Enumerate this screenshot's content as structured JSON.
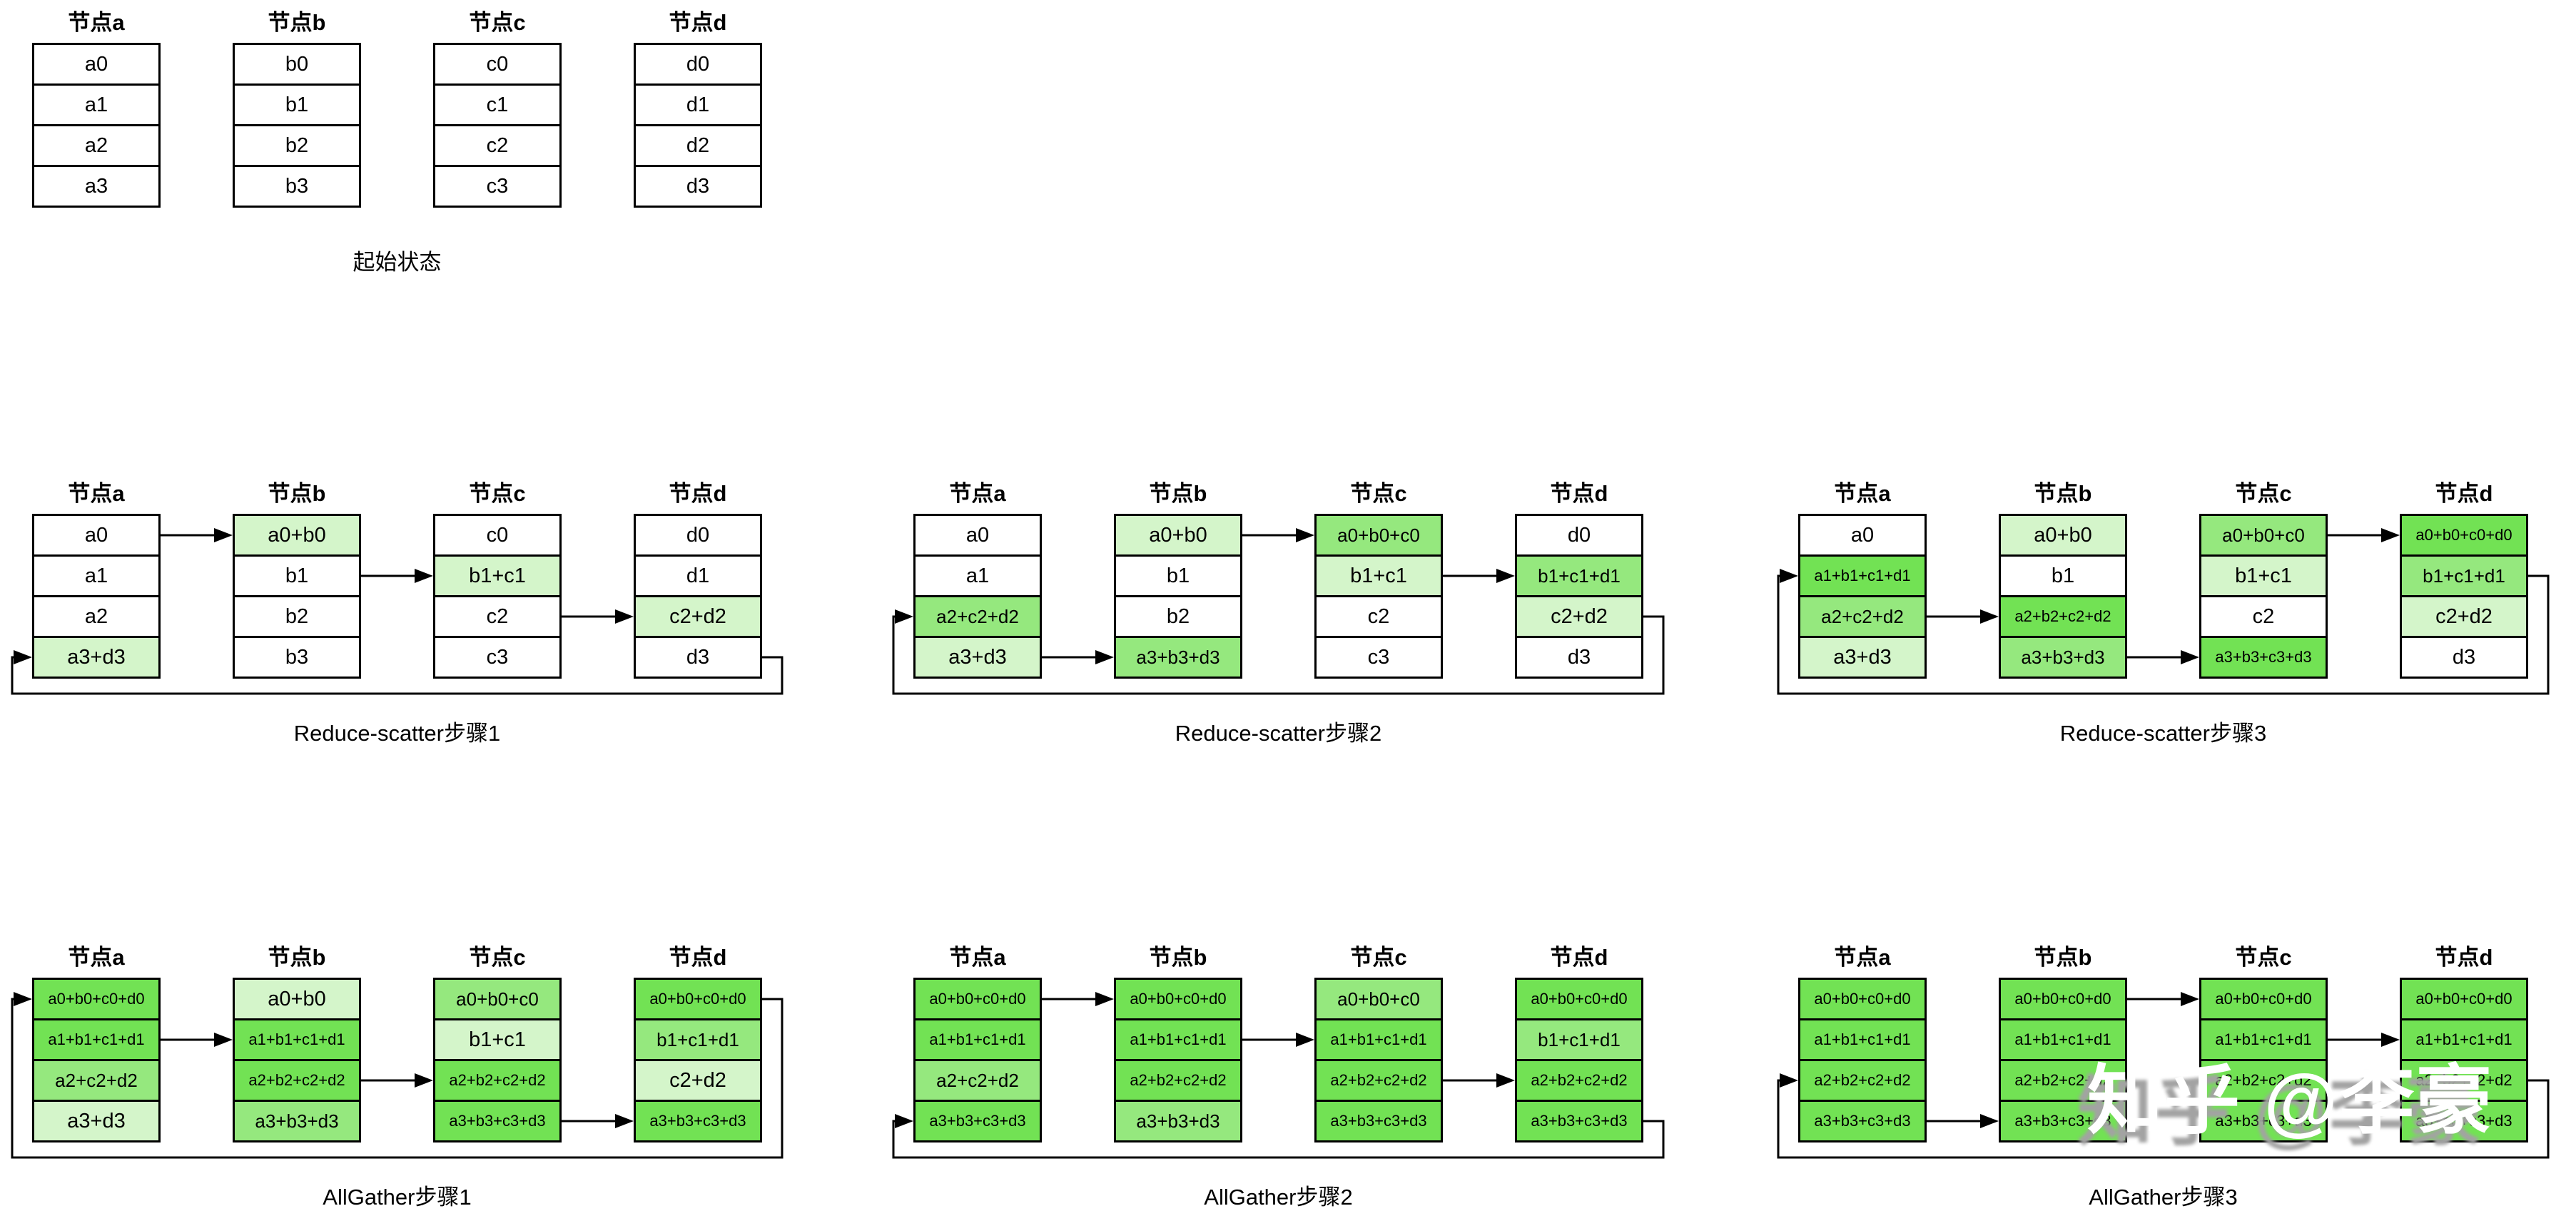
{
  "watermark": "知乎 @李豪",
  "colors": {
    "background": "#ffffff",
    "border": "#000000",
    "text": "#000000",
    "shades": [
      "#ffffff",
      "#d4f5ca",
      "#95e87e",
      "#72e254"
    ],
    "shade_meaning": [
      "plain-block",
      "sum-of-2-blocks-light-green",
      "sum-of-3-blocks-medium-green",
      "sum-of-4-blocks-bright-green"
    ]
  },
  "diagrams": [
    {
      "id": "initial-state",
      "caption": "起始状态",
      "nodes": [
        {
          "title": "节点a",
          "cells": [
            {
              "t": "a0",
              "s": 0
            },
            {
              "t": "a1",
              "s": 0
            },
            {
              "t": "a2",
              "s": 0
            },
            {
              "t": "a3",
              "s": 0
            }
          ]
        },
        {
          "title": "节点b",
          "cells": [
            {
              "t": "b0",
              "s": 0
            },
            {
              "t": "b1",
              "s": 0
            },
            {
              "t": "b2",
              "s": 0
            },
            {
              "t": "b3",
              "s": 0
            }
          ]
        },
        {
          "title": "节点c",
          "cells": [
            {
              "t": "c0",
              "s": 0
            },
            {
              "t": "c1",
              "s": 0
            },
            {
              "t": "c2",
              "s": 0
            },
            {
              "t": "c3",
              "s": 0
            }
          ]
        },
        {
          "title": "节点d",
          "cells": [
            {
              "t": "d0",
              "s": 0
            },
            {
              "t": "d1",
              "s": 0
            },
            {
              "t": "d2",
              "s": 0
            },
            {
              "t": "d3",
              "s": 0
            }
          ]
        }
      ],
      "arrows": []
    },
    {
      "id": "reduce-scatter-step1",
      "caption": "Reduce-scatter步骤1",
      "nodes": [
        {
          "title": "节点a",
          "cells": [
            {
              "t": "a0",
              "s": 0
            },
            {
              "t": "a1",
              "s": 0
            },
            {
              "t": "a2",
              "s": 0
            },
            {
              "t": "a3+d3",
              "s": 1
            }
          ]
        },
        {
          "title": "节点b",
          "cells": [
            {
              "t": "a0+b0",
              "s": 1
            },
            {
              "t": "b1",
              "s": 0
            },
            {
              "t": "b2",
              "s": 0
            },
            {
              "t": "b3",
              "s": 0
            }
          ]
        },
        {
          "title": "节点c",
          "cells": [
            {
              "t": "c0",
              "s": 0
            },
            {
              "t": "b1+c1",
              "s": 1
            },
            {
              "t": "c2",
              "s": 0
            },
            {
              "t": "c3",
              "s": 0
            }
          ]
        },
        {
          "title": "节点d",
          "cells": [
            {
              "t": "d0",
              "s": 0
            },
            {
              "t": "d1",
              "s": 0
            },
            {
              "t": "c2+d2",
              "s": 1
            },
            {
              "t": "d3",
              "s": 0
            }
          ]
        }
      ],
      "arrows": [
        {
          "row": 0,
          "from": 0,
          "to": 1
        },
        {
          "row": 1,
          "from": 1,
          "to": 2
        },
        {
          "row": 2,
          "from": 2,
          "to": 3
        },
        {
          "row": 3,
          "loop": true
        }
      ]
    },
    {
      "id": "reduce-scatter-step2",
      "caption": "Reduce-scatter步骤2",
      "nodes": [
        {
          "title": "节点a",
          "cells": [
            {
              "t": "a0",
              "s": 0
            },
            {
              "t": "a1",
              "s": 0
            },
            {
              "t": "a2+c2+d2",
              "s": 2
            },
            {
              "t": "a3+d3",
              "s": 1
            }
          ]
        },
        {
          "title": "节点b",
          "cells": [
            {
              "t": "a0+b0",
              "s": 1
            },
            {
              "t": "b1",
              "s": 0
            },
            {
              "t": "b2",
              "s": 0
            },
            {
              "t": "a3+b3+d3",
              "s": 2
            }
          ]
        },
        {
          "title": "节点c",
          "cells": [
            {
              "t": "a0+b0+c0",
              "s": 2
            },
            {
              "t": "b1+c1",
              "s": 1
            },
            {
              "t": "c2",
              "s": 0
            },
            {
              "t": "c3",
              "s": 0
            }
          ]
        },
        {
          "title": "节点d",
          "cells": [
            {
              "t": "d0",
              "s": 0
            },
            {
              "t": "b1+c1+d1",
              "s": 2
            },
            {
              "t": "c2+d2",
              "s": 1
            },
            {
              "t": "d3",
              "s": 0
            }
          ]
        }
      ],
      "arrows": [
        {
          "row": 0,
          "from": 1,
          "to": 2
        },
        {
          "row": 1,
          "from": 2,
          "to": 3
        },
        {
          "row": 2,
          "loop": true
        },
        {
          "row": 3,
          "from": 0,
          "to": 1
        }
      ]
    },
    {
      "id": "reduce-scatter-step3",
      "caption": "Reduce-scatter步骤3",
      "nodes": [
        {
          "title": "节点a",
          "cells": [
            {
              "t": "a0",
              "s": 0
            },
            {
              "t": "a1+b1+c1+d1",
              "s": 3
            },
            {
              "t": "a2+c2+d2",
              "s": 2
            },
            {
              "t": "a3+d3",
              "s": 1
            }
          ]
        },
        {
          "title": "节点b",
          "cells": [
            {
              "t": "a0+b0",
              "s": 1
            },
            {
              "t": "b1",
              "s": 0
            },
            {
              "t": "a2+b2+c2+d2",
              "s": 3
            },
            {
              "t": "a3+b3+d3",
              "s": 2
            }
          ]
        },
        {
          "title": "节点c",
          "cells": [
            {
              "t": "a0+b0+c0",
              "s": 2
            },
            {
              "t": "b1+c1",
              "s": 1
            },
            {
              "t": "c2",
              "s": 0
            },
            {
              "t": "a3+b3+c3+d3",
              "s": 3
            }
          ]
        },
        {
          "title": "节点d",
          "cells": [
            {
              "t": "a0+b0+c0+d0",
              "s": 3
            },
            {
              "t": "b1+c1+d1",
              "s": 2
            },
            {
              "t": "c2+d2",
              "s": 1
            },
            {
              "t": "d3",
              "s": 0
            }
          ]
        }
      ],
      "arrows": [
        {
          "row": 0,
          "from": 2,
          "to": 3
        },
        {
          "row": 1,
          "loop": true
        },
        {
          "row": 2,
          "from": 0,
          "to": 1
        },
        {
          "row": 3,
          "from": 1,
          "to": 2
        }
      ]
    },
    {
      "id": "allgather-step1",
      "caption": "AllGather步骤1",
      "nodes": [
        {
          "title": "节点a",
          "cells": [
            {
              "t": "a0+b0+c0+d0",
              "s": 3
            },
            {
              "t": "a1+b1+c1+d1",
              "s": 3
            },
            {
              "t": "a2+c2+d2",
              "s": 2
            },
            {
              "t": "a3+d3",
              "s": 1
            }
          ]
        },
        {
          "title": "节点b",
          "cells": [
            {
              "t": "a0+b0",
              "s": 1
            },
            {
              "t": "a1+b1+c1+d1",
              "s": 3
            },
            {
              "t": "a2+b2+c2+d2",
              "s": 3
            },
            {
              "t": "a3+b3+d3",
              "s": 2
            }
          ]
        },
        {
          "title": "节点c",
          "cells": [
            {
              "t": "a0+b0+c0",
              "s": 2
            },
            {
              "t": "b1+c1",
              "s": 1
            },
            {
              "t": "a2+b2+c2+d2",
              "s": 3
            },
            {
              "t": "a3+b3+c3+d3",
              "s": 3
            }
          ]
        },
        {
          "title": "节点d",
          "cells": [
            {
              "t": "a0+b0+c0+d0",
              "s": 3
            },
            {
              "t": "b1+c1+d1",
              "s": 2
            },
            {
              "t": "c2+d2",
              "s": 1
            },
            {
              "t": "a3+b3+c3+d3",
              "s": 3
            }
          ]
        }
      ],
      "arrows": [
        {
          "row": 0,
          "loop": true
        },
        {
          "row": 1,
          "from": 0,
          "to": 1
        },
        {
          "row": 2,
          "from": 1,
          "to": 2
        },
        {
          "row": 3,
          "from": 2,
          "to": 3
        }
      ]
    },
    {
      "id": "allgather-step2",
      "caption": "AllGather步骤2",
      "nodes": [
        {
          "title": "节点a",
          "cells": [
            {
              "t": "a0+b0+c0+d0",
              "s": 3
            },
            {
              "t": "a1+b1+c1+d1",
              "s": 3
            },
            {
              "t": "a2+c2+d2",
              "s": 2
            },
            {
              "t": "a3+b3+c3+d3",
              "s": 3
            }
          ]
        },
        {
          "title": "节点b",
          "cells": [
            {
              "t": "a0+b0+c0+d0",
              "s": 3
            },
            {
              "t": "a1+b1+c1+d1",
              "s": 3
            },
            {
              "t": "a2+b2+c2+d2",
              "s": 3
            },
            {
              "t": "a3+b3+d3",
              "s": 2
            }
          ]
        },
        {
          "title": "节点c",
          "cells": [
            {
              "t": "a0+b0+c0",
              "s": 2
            },
            {
              "t": "a1+b1+c1+d1",
              "s": 3
            },
            {
              "t": "a2+b2+c2+d2",
              "s": 3
            },
            {
              "t": "a3+b3+c3+d3",
              "s": 3
            }
          ]
        },
        {
          "title": "节点d",
          "cells": [
            {
              "t": "a0+b0+c0+d0",
              "s": 3
            },
            {
              "t": "b1+c1+d1",
              "s": 2
            },
            {
              "t": "a2+b2+c2+d2",
              "s": 3
            },
            {
              "t": "a3+b3+c3+d3",
              "s": 3
            }
          ]
        }
      ],
      "arrows": [
        {
          "row": 0,
          "from": 0,
          "to": 1
        },
        {
          "row": 1,
          "from": 1,
          "to": 2
        },
        {
          "row": 2,
          "from": 2,
          "to": 3
        },
        {
          "row": 3,
          "loop": true
        }
      ]
    },
    {
      "id": "allgather-step3",
      "caption": "AllGather步骤3",
      "nodes": [
        {
          "title": "节点a",
          "cells": [
            {
              "t": "a0+b0+c0+d0",
              "s": 3
            },
            {
              "t": "a1+b1+c1+d1",
              "s": 3
            },
            {
              "t": "a2+b2+c2+d2",
              "s": 3
            },
            {
              "t": "a3+b3+c3+d3",
              "s": 3
            }
          ]
        },
        {
          "title": "节点b",
          "cells": [
            {
              "t": "a0+b0+c0+d0",
              "s": 3
            },
            {
              "t": "a1+b1+c1+d1",
              "s": 3
            },
            {
              "t": "a2+b2+c2+d2",
              "s": 3
            },
            {
              "t": "a3+b3+c3+d3",
              "s": 3
            }
          ]
        },
        {
          "title": "节点c",
          "cells": [
            {
              "t": "a0+b0+c0+d0",
              "s": 3
            },
            {
              "t": "a1+b1+c1+d1",
              "s": 3
            },
            {
              "t": "a2+b2+c2+d2",
              "s": 3
            },
            {
              "t": "a3+b3+c3+d3",
              "s": 3
            }
          ]
        },
        {
          "title": "节点d",
          "cells": [
            {
              "t": "a0+b0+c0+d0",
              "s": 3
            },
            {
              "t": "a1+b1+c1+d1",
              "s": 3
            },
            {
              "t": "a2+b2+c2+d2",
              "s": 3
            },
            {
              "t": "a3+b3+c3+d3",
              "s": 3
            }
          ]
        }
      ],
      "arrows": [
        {
          "row": 0,
          "from": 1,
          "to": 2
        },
        {
          "row": 1,
          "from": 2,
          "to": 3
        },
        {
          "row": 2,
          "loop": true
        },
        {
          "row": 3,
          "from": 0,
          "to": 1
        }
      ]
    }
  ]
}
